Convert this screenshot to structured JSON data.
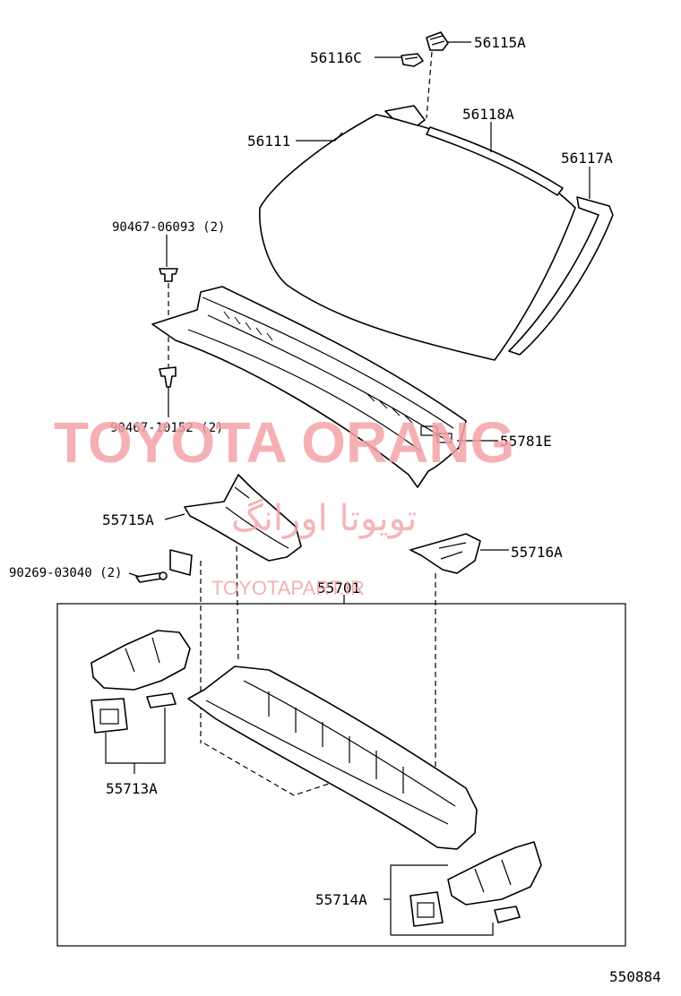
{
  "watermark": {
    "brand": "TOYOTA ORANG",
    "arabic": "تويوتا اورانگ",
    "url": "TOYOTAPART.IR"
  },
  "labels": {
    "p56115A": "56115A",
    "p56116C": "56116C",
    "p56118A": "56118A",
    "p56111": "56111",
    "p56117A": "56117A",
    "p90467_06093": "90467-06093 (2)",
    "p90467_10152": "90467-10152 (2)",
    "p55781E": "55781E",
    "p55715A": "55715A",
    "p55716A": "55716A",
    "p90269_03040": "90269-03040 (2)",
    "p55701": "55701",
    "p55713A": "55713A",
    "p55714A": "55714A"
  },
  "figure_number": "550884"
}
